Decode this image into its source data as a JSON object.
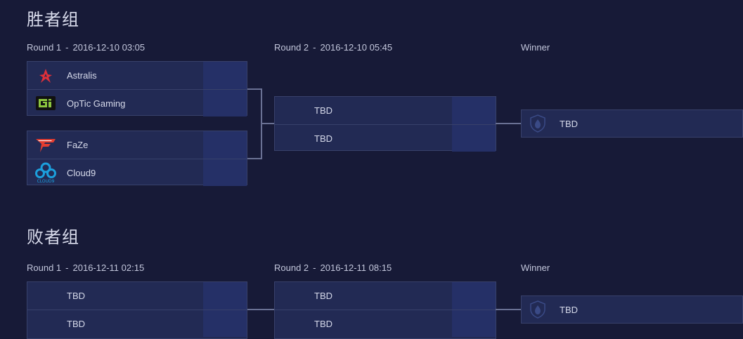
{
  "upper": {
    "title": "胜者组",
    "round1": {
      "label": "Round 1",
      "sep": "-",
      "datetime": "2016-12-10  03:05"
    },
    "round2": {
      "label": "Round 2",
      "sep": "-",
      "datetime": "2016-12-10  05:45"
    },
    "winner_label": "Winner",
    "r1_matches": [
      {
        "team1": {
          "name": "Astralis",
          "logo": "astralis-logo"
        },
        "team2": {
          "name": "OpTic Gaming",
          "logo": "optic-logo"
        }
      },
      {
        "team1": {
          "name": "FaZe",
          "logo": "faze-logo"
        },
        "team2": {
          "name": "Cloud9",
          "logo": "cloud9-logo"
        }
      }
    ],
    "r2_match": {
      "team1": "TBD",
      "team2": "TBD"
    },
    "winner": {
      "name": "TBD",
      "logo": "trophy-shield-icon"
    }
  },
  "lower": {
    "title": "败者组",
    "round1": {
      "label": "Round 1",
      "sep": "-",
      "datetime": "2016-12-11  02:15"
    },
    "round2": {
      "label": "Round 2",
      "sep": "-",
      "datetime": "2016-12-11  08:15"
    },
    "winner_label": "Winner",
    "r1_match": {
      "team1": "TBD",
      "team2": "TBD"
    },
    "r2_match": {
      "team1": "TBD",
      "team2": "TBD"
    },
    "winner": {
      "name": "TBD",
      "logo": "trophy-shield-icon"
    }
  },
  "cloud9_logo_text": "CLOUD9",
  "colors": {
    "background": "#171a37",
    "card": "#222a54",
    "score_column": "#253067",
    "border": "#38416b",
    "connector": "#6a7194",
    "astralis": "#e0303a",
    "optic": "#8cc63f",
    "faze": "#e43d30",
    "cloud9": "#1c9fdc"
  }
}
